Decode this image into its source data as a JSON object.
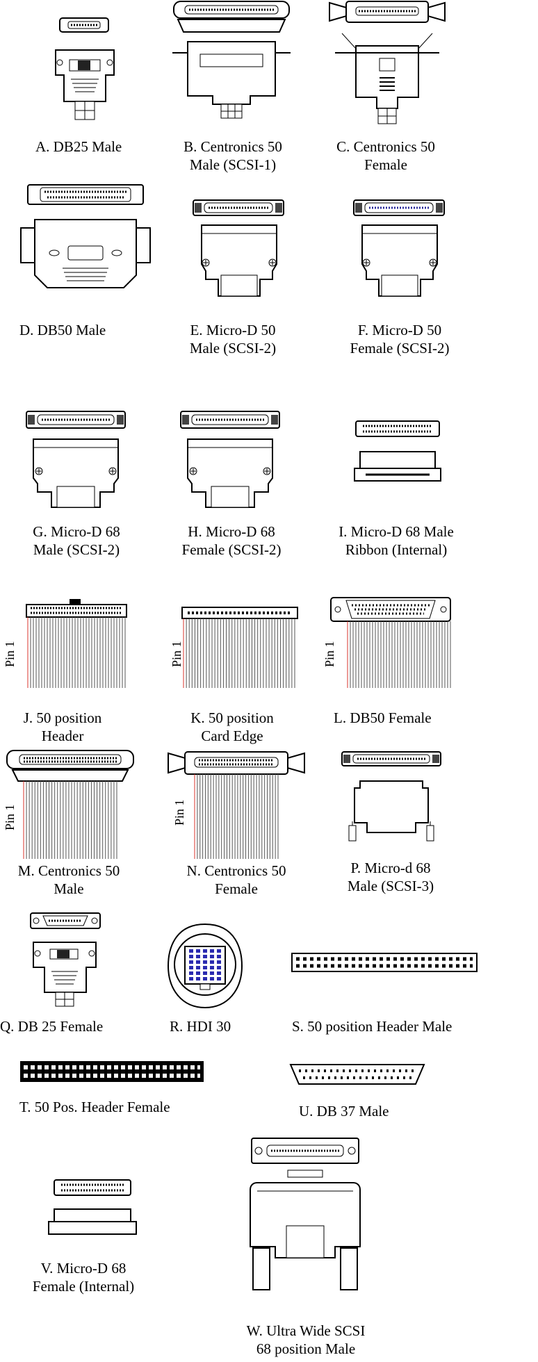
{
  "accent_red": "#d8342c",
  "pin_label": "Pin 1",
  "connectors": {
    "A": {
      "line1": "A. DB25 Male",
      "line2": ""
    },
    "B": {
      "line1": "B. Centronics 50",
      "line2": "Male (SCSI-1)"
    },
    "C": {
      "line1": "C. Centronics 50",
      "line2": "Female"
    },
    "D": {
      "line1": "D. DB50 Male",
      "line2": ""
    },
    "E": {
      "line1": "E. Micro-D 50",
      "line2": "Male (SCSI-2)"
    },
    "F": {
      "line1": "F. Micro-D 50",
      "line2": "Female (SCSI-2)"
    },
    "G": {
      "line1": "G. Micro-D 68",
      "line2": "Male (SCSI-2)"
    },
    "H": {
      "line1": "H. Micro-D 68",
      "line2": "Female (SCSI-2)"
    },
    "I": {
      "line1": "I. Micro-D 68 Male",
      "line2": "Ribbon (Internal)"
    },
    "J": {
      "line1": "J. 50 position",
      "line2": "Header"
    },
    "K": {
      "line1": "K. 50 position",
      "line2": "Card Edge"
    },
    "L": {
      "line1": "L. DB50 Female",
      "line2": ""
    },
    "M": {
      "line1": "M. Centronics 50",
      "line2": "Male"
    },
    "N": {
      "line1": "N. Centronics 50",
      "line2": "Female"
    },
    "P": {
      "line1": "P. Micro-d 68",
      "line2": "Male (SCSI-3)"
    },
    "Q": {
      "line1": "Q. DB 25 Female",
      "line2": ""
    },
    "R": {
      "line1": "R. HDI 30",
      "line2": ""
    },
    "S": {
      "line1": "S. 50 position Header Male",
      "line2": ""
    },
    "T": {
      "line1": "T. 50 Pos.  Header Female",
      "line2": ""
    },
    "U": {
      "line1": "U. DB 37 Male",
      "line2": ""
    },
    "V": {
      "line1": "V. Micro-D 68",
      "line2": "Female (Internal)"
    },
    "W": {
      "line1": "W. Ultra Wide SCSI",
      "line2": "68 position Male"
    }
  }
}
